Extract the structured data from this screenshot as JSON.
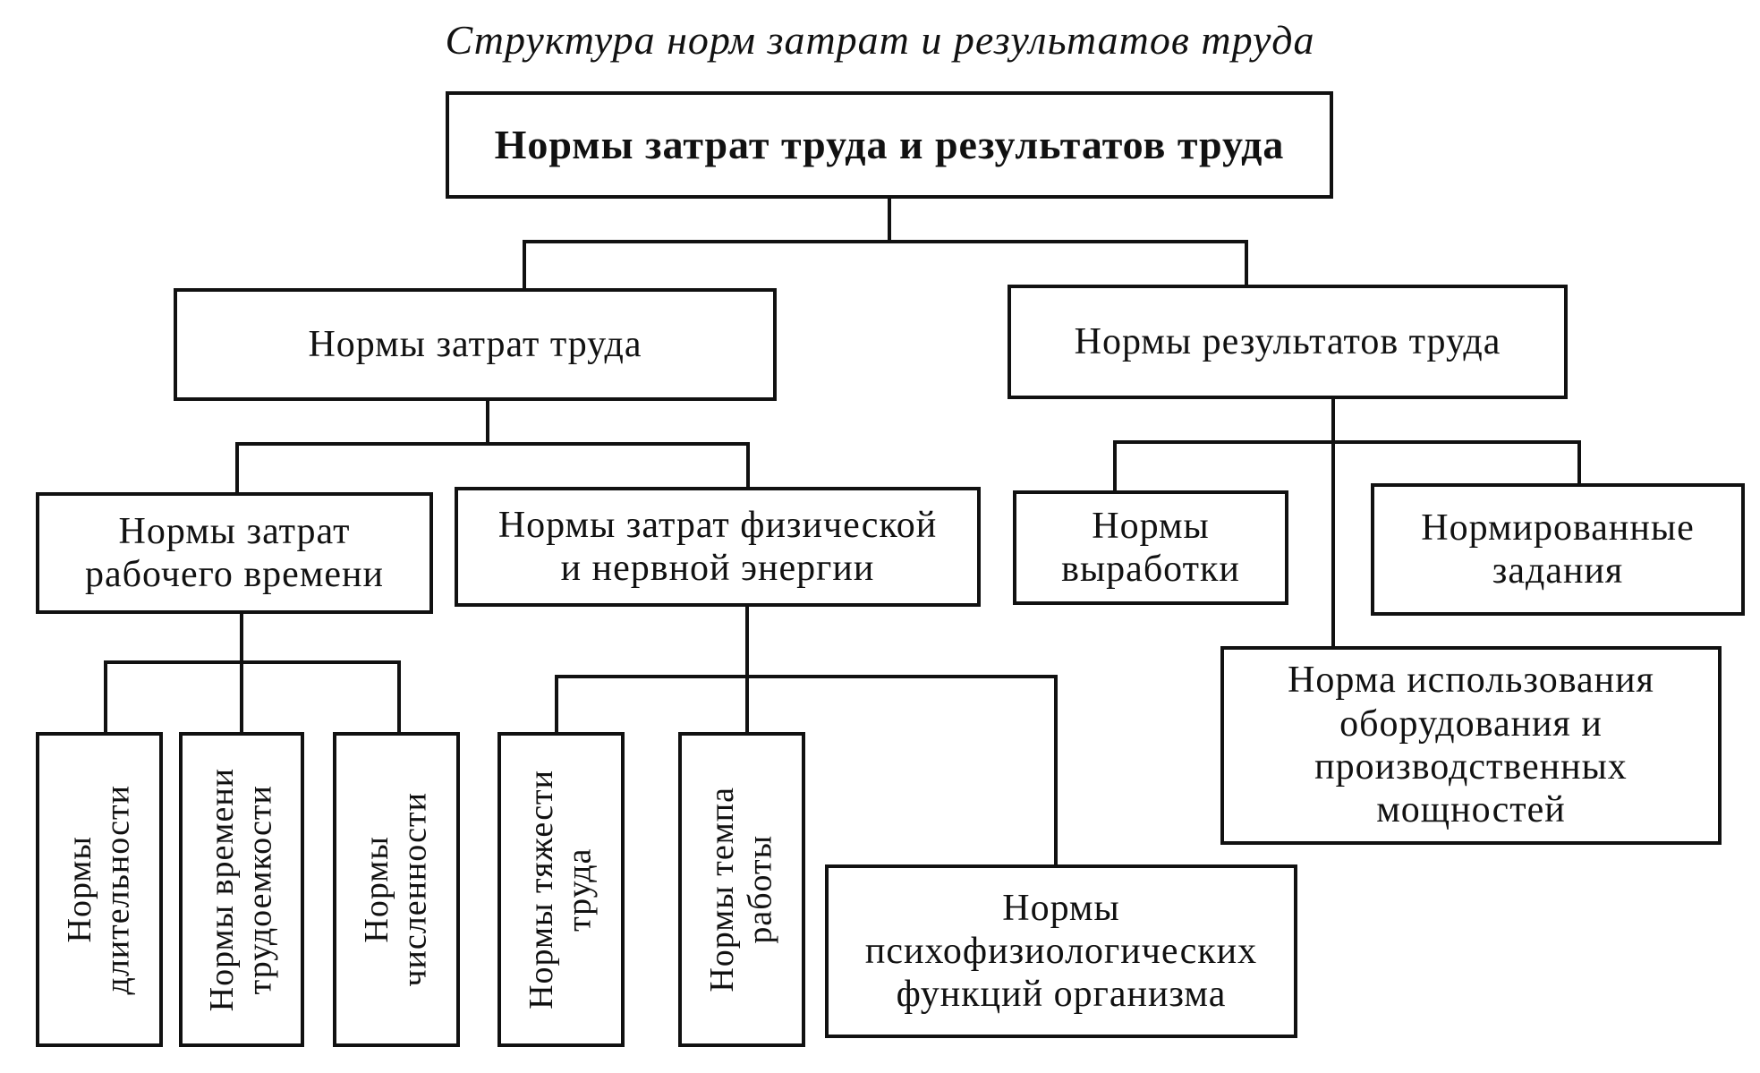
{
  "caption": "Структура норм затрат и результатов труда",
  "root": {
    "label": "Нормы затрат труда и результатов труда"
  },
  "costs": {
    "label": "Нормы  затрат труда",
    "working_time": {
      "label": "Нормы затрат\nрабочего времени",
      "duration": "Нормы\nдлительности",
      "labor_intensity": "Нормы времени\nтрудоемкости",
      "headcount": "Нормы\nчисленности"
    },
    "energy": {
      "label": "Нормы затрат физической\nи нервной энергии",
      "severity": "Нормы тяжести\nтруда",
      "pace": "Нормы темпа\nработы",
      "psychophysiological": "Нормы\nпсихофизиологических\nфункций организма"
    }
  },
  "results": {
    "label": "Нормы результатов труда",
    "output": "Нормы\nвыработки",
    "standardized_tasks": "Нормированные\nзадания",
    "equipment_use": "Норма использования\nоборудования и\nпроизводственных\nмощностей"
  }
}
